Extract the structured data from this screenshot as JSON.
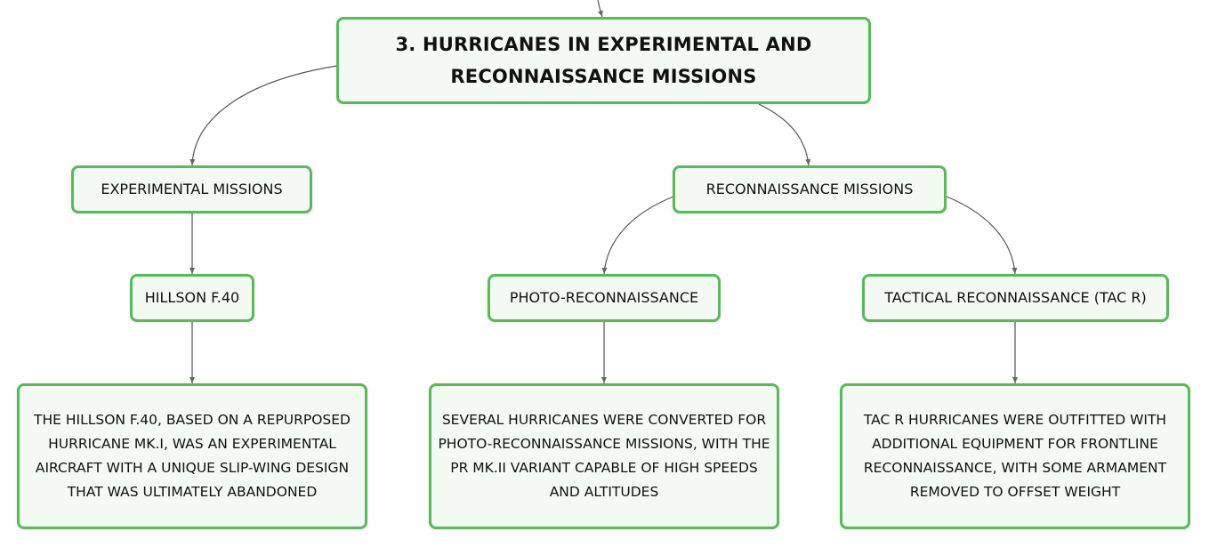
{
  "diagram": {
    "root": {
      "label": "3. HURRICANES IN EXPERIMENTAL AND RECONNAISSANCE MISSIONS"
    },
    "branches": {
      "experimental": {
        "label": "EXPERIMENTAL MISSIONS",
        "child": {
          "label": "HILLSON F.40",
          "detail": "THE HILLSON F.40, BASED ON A REPURPOSED HURRICANE MK.I, WAS AN EXPERIMENTAL AIRCRAFT WITH A UNIQUE SLIP-WING DESIGN THAT WAS ULTIMATELY ABANDONED"
        }
      },
      "reconnaissance": {
        "label": "RECONNAISSANCE MISSIONS",
        "photo": {
          "label": "PHOTO-RECONNAISSANCE",
          "detail": "SEVERAL HURRICANES WERE CONVERTED FOR PHOTO-RECONNAISSANCE MISSIONS, WITH THE PR MK.II VARIANT CAPABLE OF HIGH SPEEDS AND ALTITUDES"
        },
        "tactical": {
          "label": "TACTICAL RECONNAISSANCE (TAC R)",
          "detail": "TAC R HURRICANES WERE OUTFITTED WITH ADDITIONAL EQUIPMENT FOR FRONTLINE RECONNAISSANCE, WITH SOME ARMAMENT REMOVED TO OFFSET WEIGHT"
        }
      }
    },
    "colors": {
      "node_border": "#5cb85c",
      "node_fill": "#f3faf4",
      "connector": "#555555"
    }
  }
}
